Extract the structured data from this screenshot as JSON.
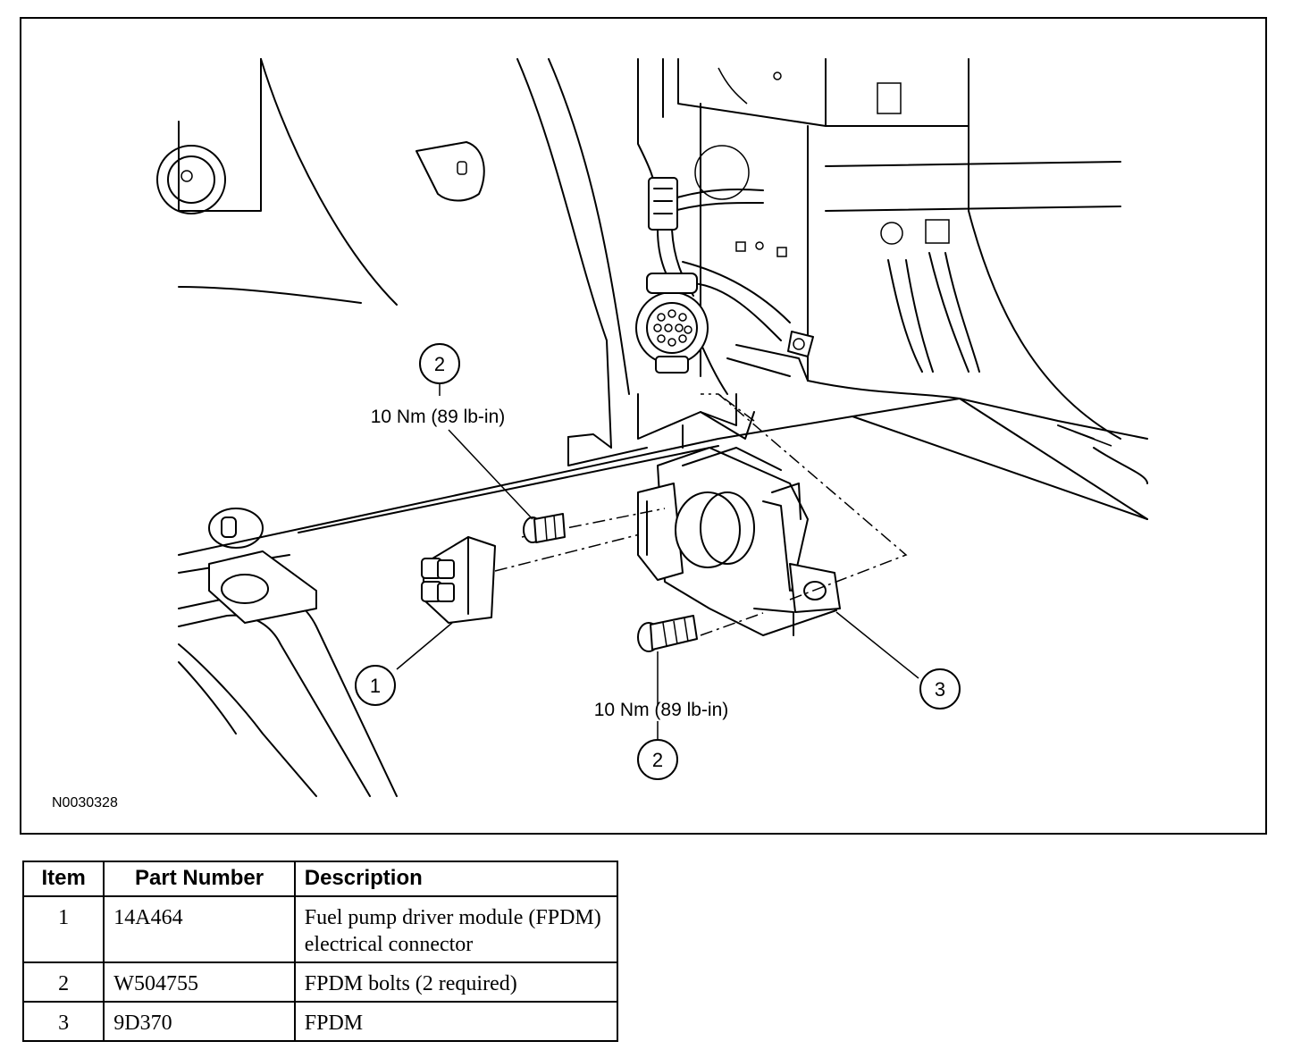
{
  "figure": {
    "id": "N0030328",
    "callouts": [
      {
        "number": "1"
      },
      {
        "number": "2"
      },
      {
        "number": "3"
      },
      {
        "number": "2"
      }
    ],
    "torque_labels": [
      "10 Nm (89 lb-in)",
      "10 Nm (89 lb-in)"
    ]
  },
  "parts_table": {
    "headers": {
      "item": "Item",
      "part_number": "Part Number",
      "description": "Description"
    },
    "rows": [
      {
        "item": "1",
        "part_number": "14A464",
        "description": "Fuel pump driver module (FPDM) electrical connector"
      },
      {
        "item": "2",
        "part_number": "W504755",
        "description": "FPDM bolts (2 required)"
      },
      {
        "item": "3",
        "part_number": "9D370",
        "description": "FPDM"
      }
    ]
  }
}
